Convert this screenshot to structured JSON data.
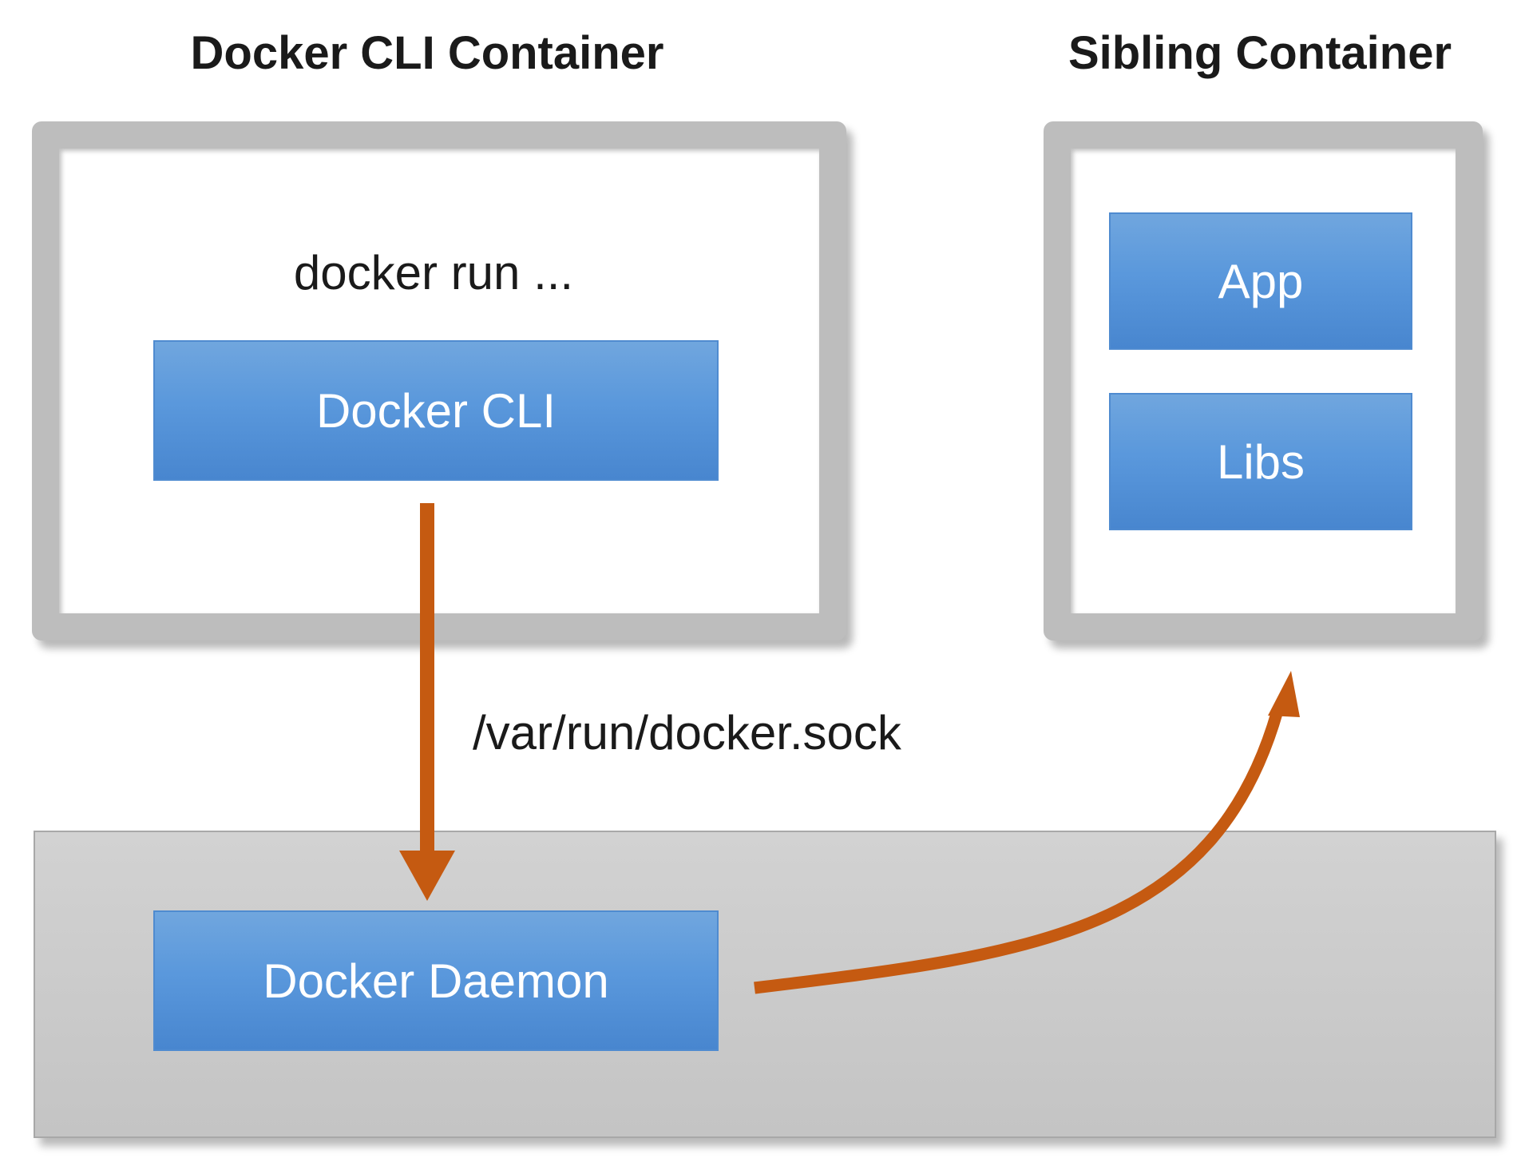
{
  "diagram": {
    "cli_container": {
      "title": "Docker CLI Container",
      "command": "docker run ...",
      "component": "Docker CLI"
    },
    "sibling_container": {
      "title": "Sibling Container",
      "components": [
        "App",
        "Libs"
      ]
    },
    "host": {
      "component": "Docker Daemon"
    },
    "connector_label": "/var/run/docker.sock",
    "colors": {
      "arrow": "#c55a11",
      "box_blue": "#5b9bd5",
      "frame_gray": "#bdbdbd",
      "host_gray": "#c8c8c8"
    }
  }
}
